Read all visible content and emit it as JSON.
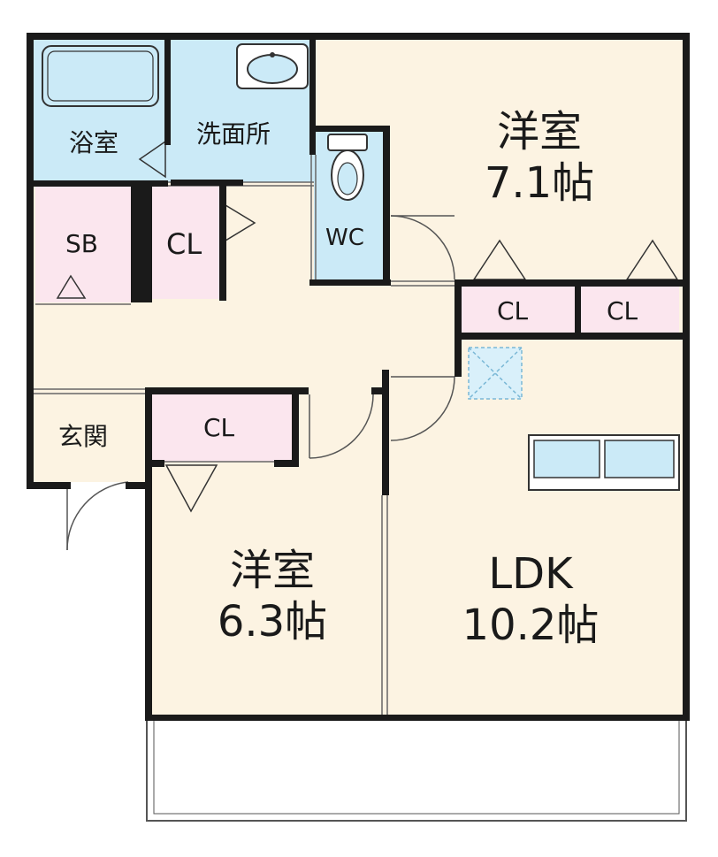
{
  "colors": {
    "wall": "#1a1a1a",
    "floor": "#fcf3e2",
    "wet": "#cbeaf7",
    "closet": "#fbe6ee",
    "balcony": "#ffffff"
  },
  "icons": {
    "toilet": "toilet-icon",
    "washbasin": "washbasin-icon",
    "bathtub": "bathtub-icon",
    "kitchen": "kitchen-counter-icon",
    "skylight": "skylight-icon"
  },
  "rooms": {
    "bath": {
      "label": "浴室"
    },
    "washroom": {
      "label": "洗面所"
    },
    "wc": {
      "label": "WC"
    },
    "sb": {
      "label": "SB"
    },
    "cl_hall": {
      "label": "CL"
    },
    "cl_west": {
      "label": "CL"
    },
    "cl_north_a": {
      "label": "CL"
    },
    "cl_north_b": {
      "label": "CL"
    },
    "entrance": {
      "label": "玄関"
    },
    "western_north": {
      "name": "洋室",
      "size": "7.1帖"
    },
    "western_south": {
      "name": "洋室",
      "size": "6.3帖"
    },
    "ldk": {
      "name": "LDK",
      "size": "10.2帖"
    }
  }
}
